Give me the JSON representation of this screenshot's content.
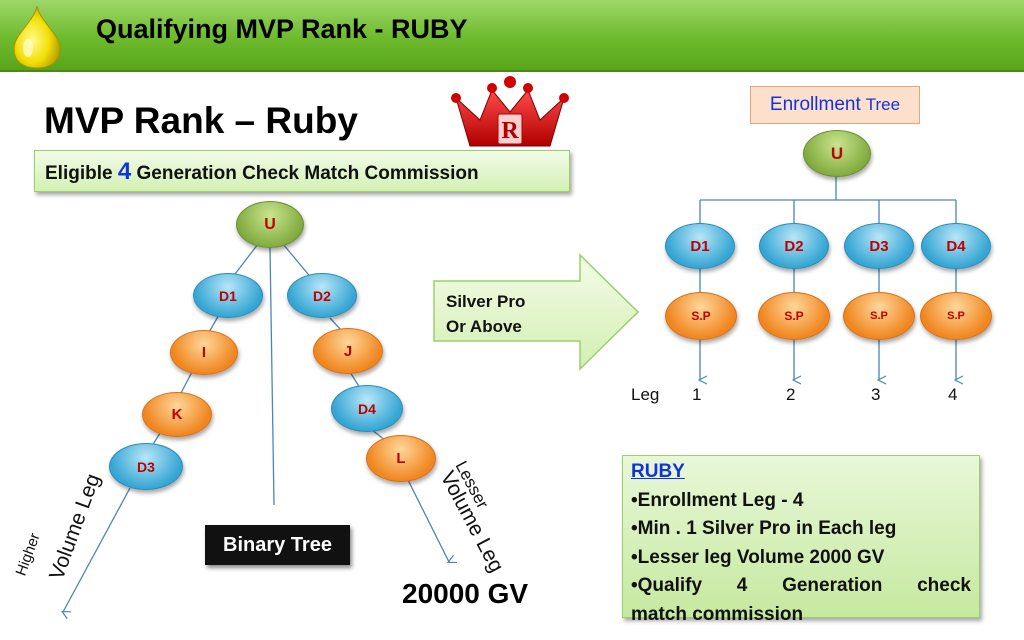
{
  "header": {
    "title": "Qualifying MVP Rank -  RUBY"
  },
  "rank_title": "MVP Rank  –  Ruby",
  "crown_letter": "R",
  "eligible": {
    "prefix": "Eligible",
    "number": "4",
    "suffix": "Generation Check Match Commission"
  },
  "binary_tree": {
    "root": "U",
    "left_branch": [
      "D1",
      "I",
      "K",
      "D3"
    ],
    "right_branch": [
      "D2",
      "J",
      "D4",
      "L"
    ],
    "label": "Binary Tree",
    "higher_small": "Higher",
    "higher_big": "Volume Leg",
    "lesser_small": "Lesser",
    "lesser_big": "Volume  Leg",
    "gv": "20000 GV"
  },
  "arrow": {
    "line1": "Silver Pro",
    "line2": "Or Above"
  },
  "enrollment_tree": {
    "label_main": "Enrollment",
    "label_small": "Tree",
    "root": "U",
    "directs": [
      "D1",
      "D2",
      "D3",
      "D4"
    ],
    "silver": [
      "S.P",
      "S.P",
      "S.P",
      "S.P"
    ],
    "leg_label": "Leg",
    "legs": [
      "1",
      "2",
      "3",
      "4"
    ]
  },
  "info": {
    "heading": "RUBY",
    "lines": [
      "•Enrollment Leg -  4",
      "•Min . 1 Silver Pro  in  Each  leg",
      "•Lesser leg Volume 2000 GV",
      "•Qualify   4   Generation   check",
      "match  commission"
    ]
  },
  "colors": {
    "header_green": "#6dbb2c",
    "node_green": "#7ea83b",
    "node_blue": "#35a6d4",
    "node_orange": "#f0861f",
    "node_text": "#c00000",
    "connector": "#4a86b8",
    "accent_blue": "#1133dd"
  }
}
